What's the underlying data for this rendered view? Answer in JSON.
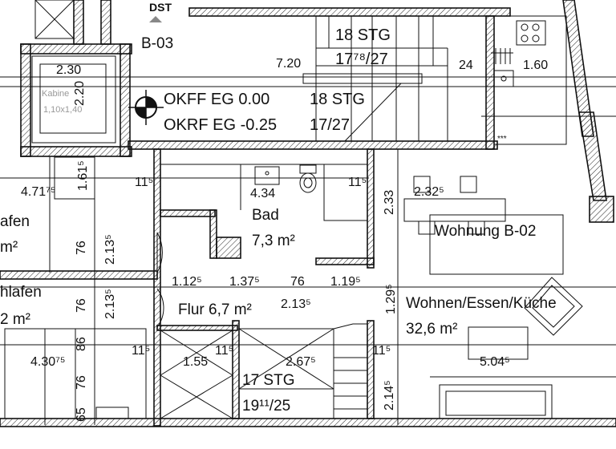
{
  "labels": {
    "dst": "DST",
    "b03": "B-03",
    "kabine": "Kabine",
    "kabine_size": "1,10x1,40",
    "okff": "OKFF EG 0.00",
    "okrf": "OKRF EG -0.25",
    "stairs_upper_1": "18 STG",
    "stairs_upper_1_frac": "17⁷⁸/27",
    "stairs_upper_2": "18 STG",
    "stairs_upper_2_frac": "17/27",
    "bad": "Bad",
    "bad_area": "7,3 m²",
    "flur": "Flur 6,7 m²",
    "wohnung": "Wohnung B-02",
    "wohnen": "Wohnen/Essen/Küche",
    "wohnen_area": "32,6 m²",
    "stairs_lower": "17 STG",
    "stairs_lower_frac": "19¹¹/25",
    "left_room_1": "afen",
    "left_room_1_area": "m²",
    "left_room_2": "hlafen",
    "left_room_2_area": "2 m²"
  },
  "dims": {
    "d_230": "2.30",
    "d_220": "2.20",
    "d_720": "7.20",
    "d_24": "24",
    "d_160": "1.60",
    "d_4715": "4.71⁷⁵",
    "d_1615": "1.61⁵",
    "d_115_a": "11⁵",
    "d_434": "4.34",
    "d_115_b": "11⁵",
    "d_233": "2.33",
    "d_2325": "2.32⁵",
    "d_2135_a": "2.13⁵",
    "d_76_a": "76",
    "d_76_b": "76",
    "d_2135_b": "2.13⁵",
    "d_1125": "1.12⁵",
    "d_1375": "1.37⁵",
    "d_76_c": "76",
    "d_2135_c": "2.13⁵",
    "d_1195": "1.19⁵",
    "d_1295": "1.29⁵",
    "d_86": "86",
    "d_4305": "4.30⁷⁵",
    "d_115_c": "11⁵",
    "d_155": "1.55",
    "d_115_d": "11⁵",
    "d_2675": "2.67⁵",
    "d_115_e": "11⁵",
    "d_5045": "5.04⁵",
    "d_76_d": "76",
    "d_2145": "2.14⁵",
    "d_65": "65"
  },
  "icons": [
    "section-marker-icon",
    "stove-icon",
    "sink-icon",
    "toilet-icon",
    "washbasin-icon",
    "chair-icon",
    "door-swing-icon"
  ]
}
